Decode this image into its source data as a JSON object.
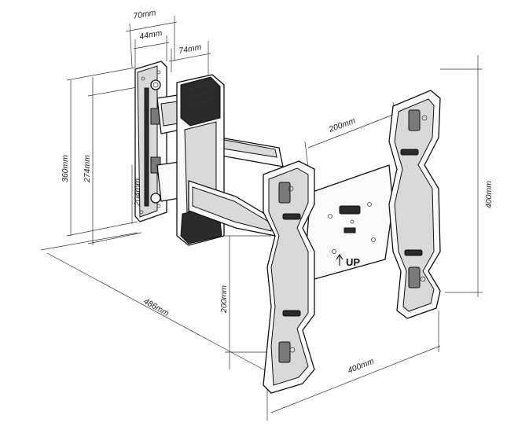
{
  "dimensions": {
    "wall_plate_depth": "70mm",
    "wall_plate_width": "44mm",
    "arm_offset": "74mm",
    "vesa_horizontal_small": "200mm",
    "vesa_vertical_large": "400mm",
    "vesa_vertical_small": "200mm",
    "vesa_horizontal_large": "400mm",
    "overall_height": "360mm",
    "hole_spacing": "274mm",
    "plate_height": "204mm",
    "extension": "486mm"
  },
  "labels": {
    "up_marker": "UP"
  }
}
